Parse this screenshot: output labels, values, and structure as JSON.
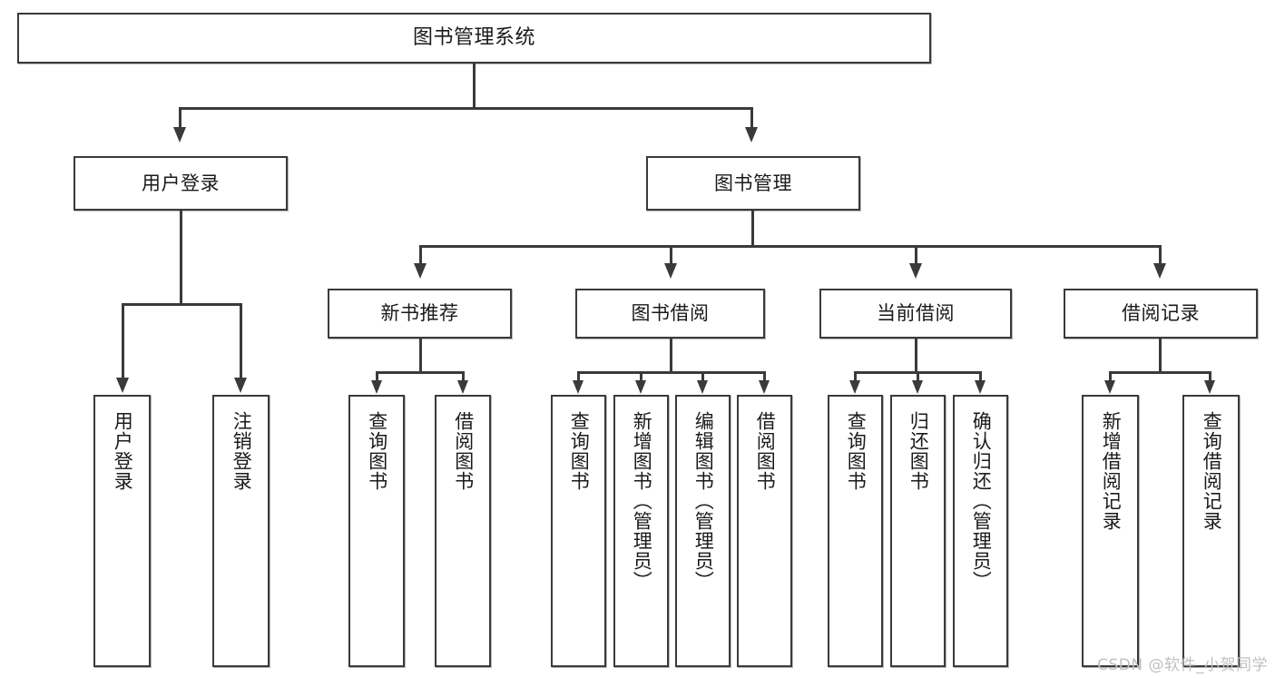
{
  "diagram": {
    "title": "图书管理系统",
    "type": "hierarchy-tree",
    "watermark": "CSDN @软件_小贺同学",
    "colors": {
      "stroke": "#3a3a3a",
      "fill": "#ffffff",
      "text": "#1a1a1a",
      "watermark": "#c0c0c0"
    },
    "root": {
      "label": "图书管理系统"
    },
    "level2": [
      {
        "label": "用户登录"
      },
      {
        "label": "图书管理"
      }
    ],
    "level3": [
      {
        "label": "新书推荐"
      },
      {
        "label": "图书借阅"
      },
      {
        "label": "当前借阅"
      },
      {
        "label": "借阅记录"
      }
    ],
    "leaves": {
      "user_login": [
        {
          "label": "用户登录"
        },
        {
          "label": "注销登录"
        }
      ],
      "new_book_recommend": [
        {
          "label": "查询图书"
        },
        {
          "label": "借阅图书"
        }
      ],
      "book_borrow": [
        {
          "label": "查询图书"
        },
        {
          "label": "新增图书（管理员）"
        },
        {
          "label": "编辑图书（管理员）"
        },
        {
          "label": "借阅图书"
        }
      ],
      "current_borrow": [
        {
          "label": "查询图书"
        },
        {
          "label": "归还图书"
        },
        {
          "label": "确认归还（管理员）"
        }
      ],
      "borrow_record": [
        {
          "label": "新增借阅记录"
        },
        {
          "label": "查询借阅记录"
        }
      ]
    }
  }
}
